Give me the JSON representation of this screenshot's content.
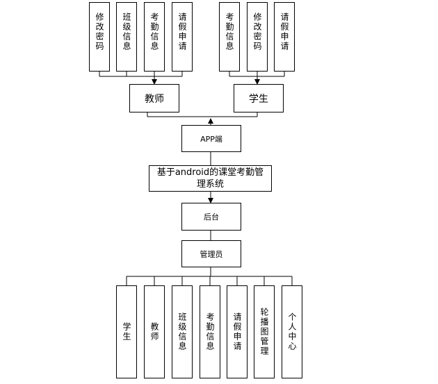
{
  "teacher_features": [
    "修改密码",
    "班级信息",
    "考勤信息",
    "请假申请"
  ],
  "student_features": [
    "考勤信息",
    "修改密码",
    "请假申请"
  ],
  "teacher": "教师",
  "student": "学生",
  "app": "APP端",
  "core": "基于android的课堂考勤管理系统",
  "backend": "后台",
  "admin": "管理员",
  "admin_features": [
    "学生",
    "教师",
    "班级信息",
    "考勤信息",
    "请假申请",
    "轮播图管理",
    "个人中心"
  ]
}
